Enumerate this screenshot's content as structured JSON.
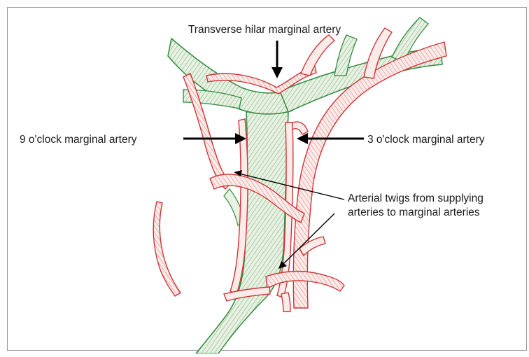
{
  "labels": {
    "transverse": "Transverse hilar marginal artery",
    "nine": "9 o'clock marginal artery",
    "three": "3 o'clock marginal artery",
    "twigs_line1": "Arterial twigs from supplying",
    "twigs_line2": "arteries to marginal arteries"
  },
  "colors": {
    "duct_fill": "#e9f1e3",
    "duct_hatch": "#2f8a3c",
    "artery_fill": "#fbecea",
    "artery_hatch": "#cf3434",
    "arrow": "#000000",
    "border": "#9a9a9a"
  }
}
